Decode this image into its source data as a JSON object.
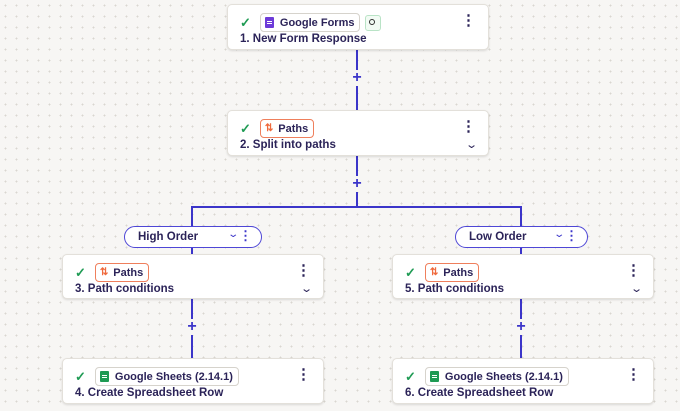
{
  "steps": [
    {
      "app": "Google Forms",
      "title": "1. New Form Response",
      "icon": "google-forms-icon"
    },
    {
      "app": "Paths",
      "title": "2. Split into paths",
      "icon": "paths-icon"
    },
    {
      "app": "Paths",
      "title": "3. Path conditions",
      "icon": "paths-icon"
    },
    {
      "app": "Paths",
      "title": "5. Path conditions",
      "icon": "paths-icon"
    },
    {
      "app": "Google Sheets (2.14.1)",
      "title": "4. Create Spreadsheet Row",
      "icon": "google-sheets-icon"
    },
    {
      "app": "Google Sheets (2.14.1)",
      "title": "6. Create Spreadsheet Row",
      "icon": "google-sheets-icon"
    }
  ],
  "paths": [
    {
      "label": "High Order"
    },
    {
      "label": "Low Order"
    }
  ],
  "glyphs": {
    "check": "✓",
    "menu": "⋮",
    "plus": "+",
    "chevron": "⌄"
  },
  "colors": {
    "accent": "#3b35c9",
    "success": "#1f9b54",
    "paths": "#ef6a3d",
    "forms": "#6d3bd8",
    "sheets": "#1e9a53"
  }
}
